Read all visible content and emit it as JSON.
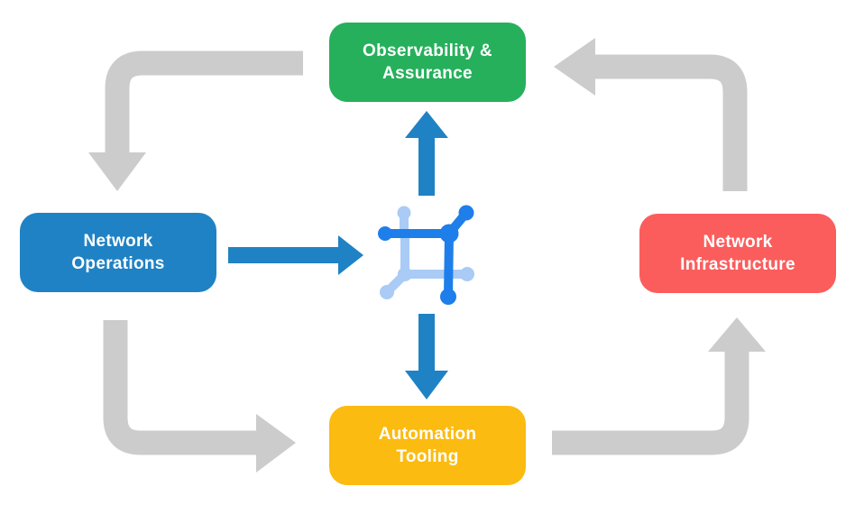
{
  "diagram": {
    "nodes": {
      "observability": {
        "label": "Observability &\nAssurance",
        "color": "#26B05B"
      },
      "operations": {
        "label": "Network\nOperations",
        "color": "#1F82C4"
      },
      "infrastructure": {
        "label": "Network\nInfrastructure",
        "color": "#FB5D5C"
      },
      "automation": {
        "label": "Automation\nTooling",
        "color": "#FBBB10"
      }
    },
    "center_icon": {
      "name": "network-node-icon",
      "primary_color": "#1E7EEA",
      "secondary_color": "#A9CBF6"
    },
    "cycle_arrows": {
      "color": "#CCCCCC",
      "items": [
        {
          "name": "observability-to-operations",
          "direction": "left-then-down"
        },
        {
          "name": "operations-to-automation",
          "direction": "down-then-right"
        },
        {
          "name": "automation-to-infrastructure",
          "direction": "right-then-up"
        },
        {
          "name": "infrastructure-to-observability",
          "direction": "up-then-left"
        }
      ]
    },
    "flow_arrows": {
      "color": "#1F82C4",
      "items": [
        {
          "name": "operations-to-center",
          "direction": "right"
        },
        {
          "name": "center-to-observability",
          "direction": "up"
        },
        {
          "name": "center-to-automation",
          "direction": "down"
        }
      ]
    }
  }
}
